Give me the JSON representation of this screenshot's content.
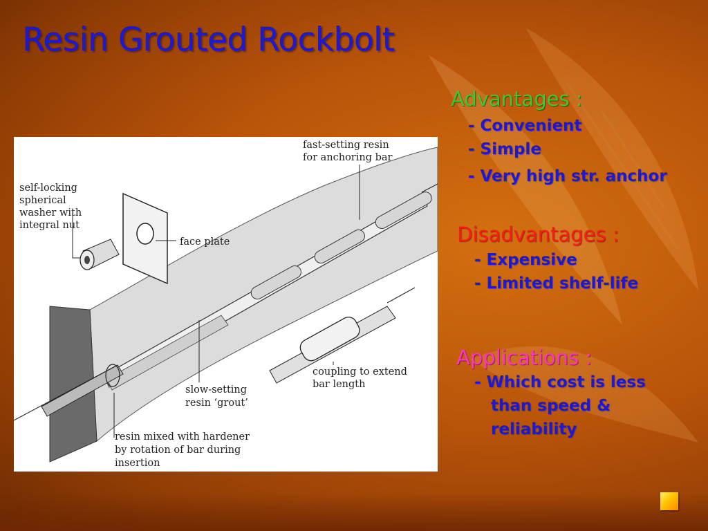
{
  "slide": {
    "title": "Resin Grouted Rockbolt"
  },
  "diagram": {
    "labels": {
      "washer_1": "self-locking",
      "washer_2": "spherical",
      "washer_3": "washer with",
      "washer_4": "integral nut",
      "face_plate": "face plate",
      "fast_1": "fast-setting resin",
      "fast_2": "for anchoring bar",
      "slow_1": "slow-setting",
      "slow_2": "resin ‘grout’",
      "mixed_1": "resin mixed with hardener",
      "mixed_2": "by rotation of bar during",
      "mixed_3": "insertion",
      "coupling_1": "coupling to extend",
      "coupling_2": "bar length"
    }
  },
  "advantages": {
    "heading": "Advantages :",
    "items": [
      "- Convenient",
      "- Simple",
      "- Very high str. anchor"
    ]
  },
  "disadvantages": {
    "heading": "Disadvantages :",
    "items": [
      "- Expensive",
      "- Limited shelf-life"
    ]
  },
  "applications": {
    "heading": "Applications :",
    "lines": [
      "- Which cost is less",
      "than speed &",
      "reliability"
    ]
  },
  "colors": {
    "title": "#1a1ad6",
    "advantages_heading": "#33cc33",
    "disadvantages_heading": "#ff1a1a",
    "applications_heading": "#ff33cc",
    "item_text": "#1a1ad6"
  },
  "icons": {
    "nav": "next-slide-square-icon"
  }
}
